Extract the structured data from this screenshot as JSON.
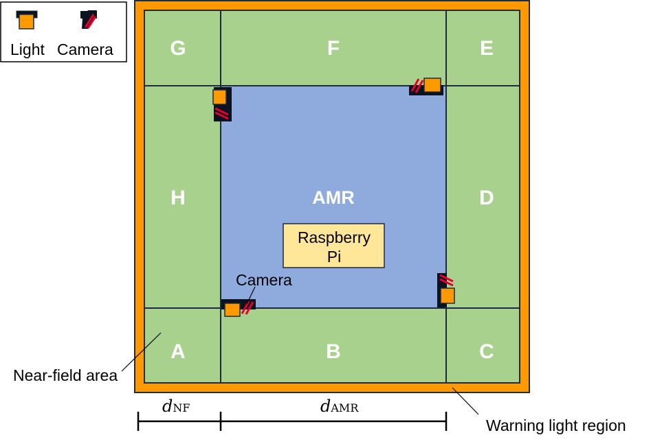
{
  "legend": {
    "light_label": "Light",
    "camera_label": "Camera"
  },
  "zones": {
    "a": "A",
    "b": "B",
    "c": "C",
    "d": "D",
    "e": "E",
    "f": "F",
    "g": "G",
    "h": "H"
  },
  "amr": {
    "label": "AMR",
    "controller_line1": "Raspberry",
    "controller_line2": "Pi",
    "camera_label": "Camera"
  },
  "annotations": {
    "near_field": "Near-field area",
    "warning_region": "Warning light region"
  },
  "dimensions": {
    "nf_symbol": "d",
    "nf_subscript": "NF",
    "amr_symbol": "d",
    "amr_subscript": "AMR"
  },
  "colors": {
    "warning_border": "#FF9900",
    "near_field": "#A9D18E",
    "amr_body": "#8FAADC",
    "controller": "#FFE699",
    "outline": "#1F2A3D",
    "camera": "#E8002A",
    "mount": "#0B1320"
  }
}
